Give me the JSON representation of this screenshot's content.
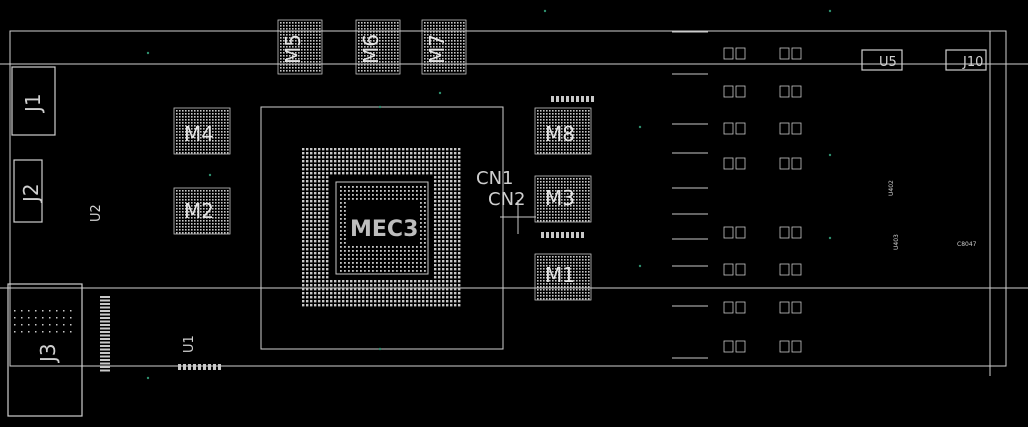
{
  "board": {
    "labels": {
      "main_chip": "MEC3",
      "memory": [
        "M1",
        "M2",
        "M3",
        "M4",
        "M5",
        "M6",
        "M7",
        "M8"
      ],
      "connectors": [
        "J1",
        "J2",
        "J3",
        "J10"
      ],
      "ics": [
        "U1",
        "U2",
        "U5"
      ],
      "crossmark_top": "CN1",
      "crossmark_bottom": "CN2",
      "tiny_parts": [
        "U402",
        "U403",
        "C8047"
      ]
    },
    "colors": {
      "background": "#000000",
      "outline": "#d0d0d0",
      "pad": "#c8c8c8",
      "via": "#2e8f6e"
    }
  }
}
